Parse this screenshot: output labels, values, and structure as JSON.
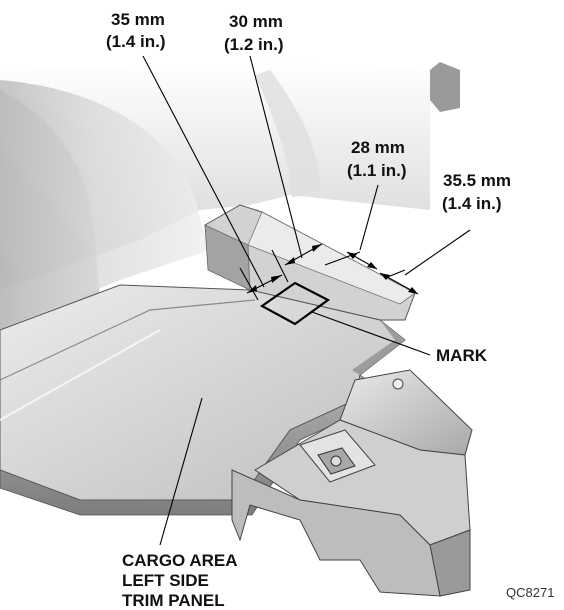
{
  "callouts": {
    "dim_35": {
      "line1": "35 mm",
      "line2": "(1.4 in.)"
    },
    "dim_30": {
      "line1": "30 mm",
      "line2": "(1.2 in.)"
    },
    "dim_28": {
      "line1": "28 mm",
      "line2": "(1.1 in.)"
    },
    "dim_35_5": {
      "line1": "35.5 mm",
      "line2": "(1.4 in.)"
    },
    "mark": "MARK",
    "panel": {
      "line1": "CARGO AREA",
      "line2": "LEFT SIDE",
      "line3": "TRIM PANEL"
    }
  },
  "figure_code": "QC8271",
  "colors": {
    "panel_light": "#e6e6e6",
    "panel_mid": "#c4c4c4",
    "panel_dark": "#8f8f8f",
    "outline": "#4a4a4a",
    "leader": "#000000"
  }
}
